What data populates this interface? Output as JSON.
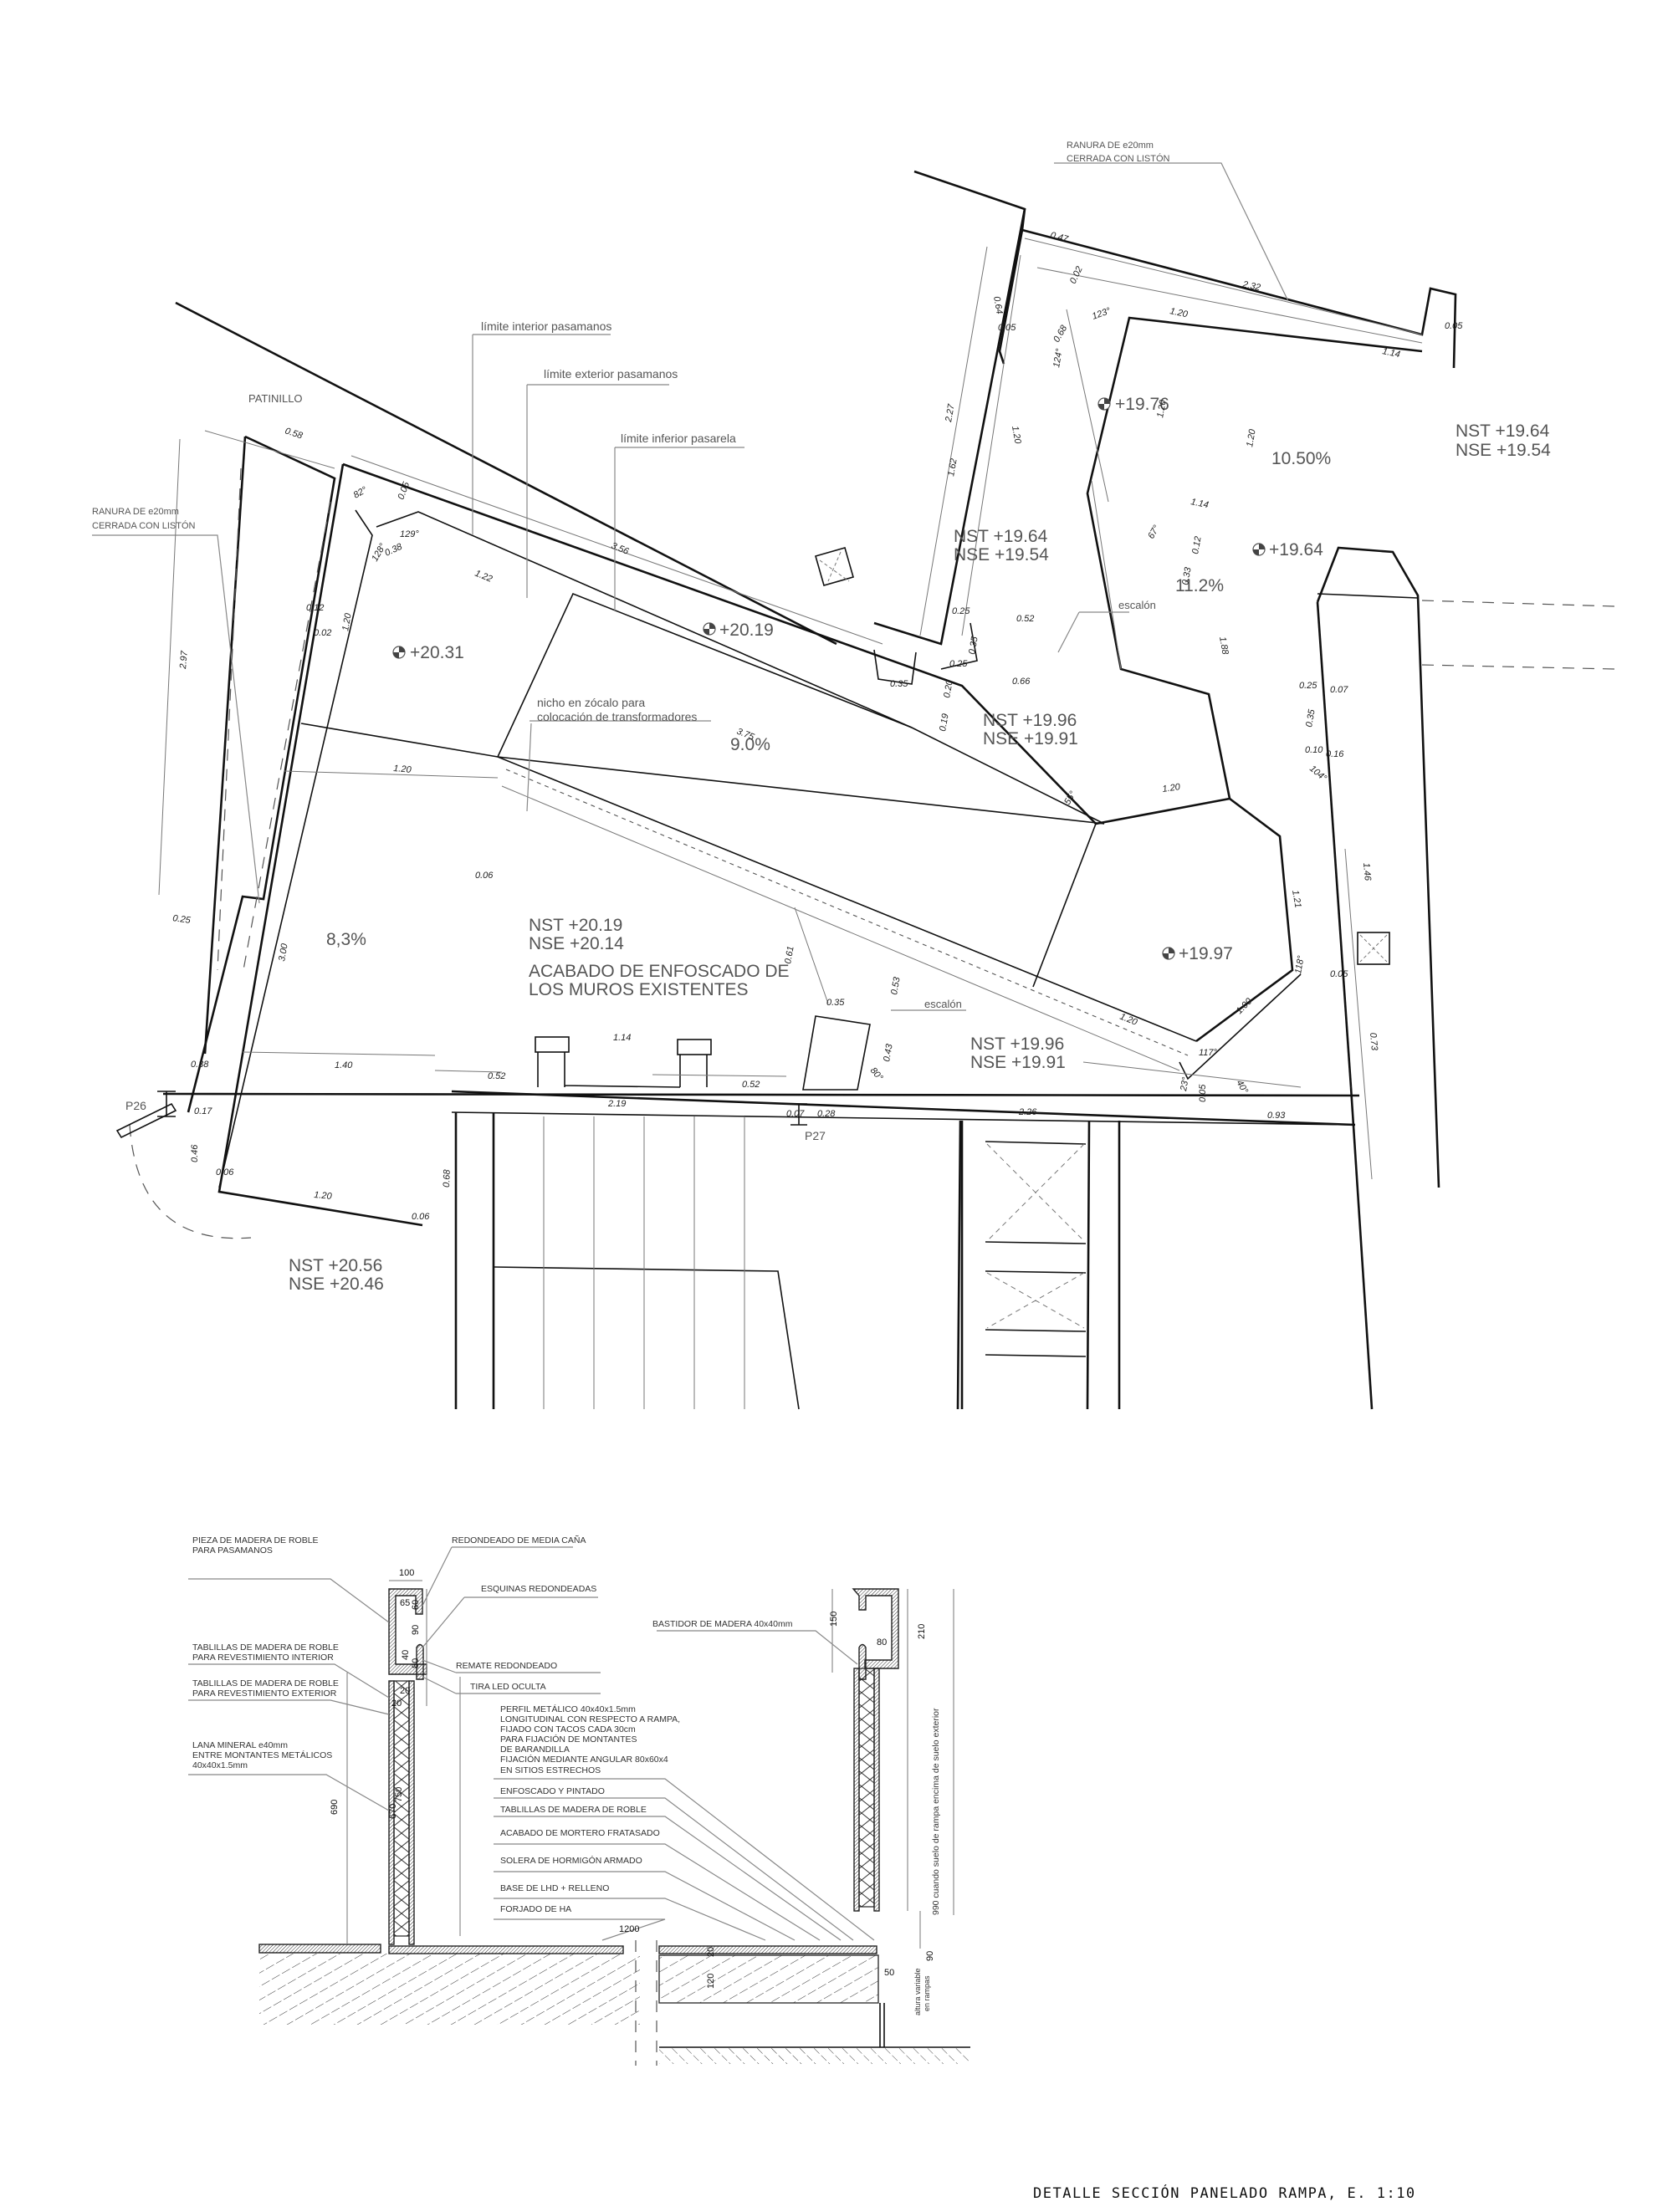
{
  "plan": {
    "annotations": {
      "patinillo": "PATINILLO",
      "ranura_left_1": "RANURA DE e20mm",
      "ranura_left_2": "CERRADA CON LISTÓN",
      "ranura_top_1": "RANURA DE e20mm",
      "ranura_top_2": "CERRADA CON LISTÓN",
      "limite_interior": "límite interior pasamanos",
      "limite_exterior": "límite exterior pasamanos",
      "limite_inferior": "límite inferior pasarela",
      "nicho_1": "nicho en zócalo para",
      "nicho_2": "colocación de transformadores",
      "acabado_1": "ACABADO DE ENFOSCADO DE",
      "acabado_2": "LOS MUROS EXISTENTES",
      "escalon_1": "escalón",
      "escalon_2": "escalón",
      "p26": "P26",
      "p27": "P27"
    },
    "slopes": {
      "s1": "8,3%",
      "s2": "9.0%",
      "s3": "11.2%",
      "s4": "10.50%"
    },
    "spot_levels": {
      "l1": "+20.31",
      "l2": "+20.19",
      "l3": "+19.76",
      "l4": "+19.64",
      "l5": "+19.97"
    },
    "levels": [
      {
        "nst": "NST  +19.64",
        "nse": "NSE  +19.54"
      },
      {
        "nst": "NST  +19.64",
        "nse": "NSE  +19.54"
      },
      {
        "nst": "NST  +19.96",
        "nse": "NSE  +19.91"
      },
      {
        "nst": "NST  +20.19",
        "nse": "NSE  +20.14"
      },
      {
        "nst": "NST  +19.96",
        "nse": "NSE  +19.91"
      },
      {
        "nst": "NST  +20.56",
        "nse": "NSE  +20.46"
      }
    ],
    "dimensions": {
      "d0_58": "0.58",
      "d2_97": "2.97",
      "d0_25a": "0.25",
      "d82": "82°",
      "d0_05a": "0.05",
      "d129": "129°",
      "d128": "128°",
      "d0_38a": "0.38",
      "d1_22": "1.22",
      "d3_56": "3.56",
      "d0_12a": "0.12",
      "d0_02a": "0.02",
      "d1_20a": "1.20",
      "d1_20b": "1.20",
      "d0_06a": "0.06",
      "d3_00": "3.00",
      "d0_38b": "0.38",
      "d0_17": "0.17",
      "d1_40": "1.40",
      "d0_46": "0.46",
      "d0_06b": "0.06",
      "d1_20c": "1.20",
      "d0_06c": "0.06",
      "d0_68a": "0.68",
      "d0_52a": "0.52",
      "d1_14a": "1.14",
      "d0_52b": "0.52",
      "d2_19": "2.19",
      "d0_07a": "0.07",
      "d0_28": "0.28",
      "d2_26": "2.26",
      "d0_93": "0.93",
      "d3_75": "3.75",
      "d0_61": "0.61",
      "d0_35a": "0.35",
      "d0_53": "0.53",
      "d0_43": "0.43",
      "d80": "80°",
      "d0_47": "0.47",
      "d0_02b": "0.02",
      "d2_32": "2.32",
      "d0_05b": "0.05",
      "d0_64": "0.64",
      "d0_05c": "0.05",
      "d0_68b": "0.68",
      "d123": "123°",
      "d124": "124°",
      "d1_20d": "1.20",
      "d1_14b": "1.14",
      "d2_27": "2.27",
      "d1_62": "1.62",
      "d1_20e": "1.20",
      "d1_20f": "1.20",
      "d1_20g": "1.20",
      "d1_14c": "1.14",
      "d67": "67°",
      "d0_12b": "0.12",
      "d0_33": "0.33",
      "d0_25b": "0.25",
      "d0_52c": "0.52",
      "d0_35b": "0.35",
      "d0_25c": "0.25",
      "d0_66": "0.66",
      "d0_35c": "0.35",
      "d0_20": "0.20",
      "d0_19": "0.19",
      "d1_88": "1.88",
      "d55": "55°",
      "d1_20h": "1.20",
      "d0_25d": "0.25",
      "d0_07b": "0.07",
      "d0_35d": "0.35",
      "d0_10": "0.10",
      "d0_16": "0.16",
      "d104": "104°",
      "d1_46": "1.46",
      "d1_21": "1.21",
      "d118": "118°",
      "d0_05d": "0.05",
      "d1_00": "1.00",
      "d1_20i": "1.20",
      "d117": "117°",
      "d23": "23°",
      "d0_05e": "0.05",
      "d40": "40°",
      "d0_73": "0.73"
    }
  },
  "section": {
    "labels": {
      "pieza_1": "PIEZA DE MADERA DE ROBLE",
      "pieza_2": "PARA PASAMANOS",
      "redondeado": "REDONDEADO DE MEDIA CAÑA",
      "esquinas": "ESQUINAS REDONDEADAS",
      "tab_int_1": "TABLILLAS DE MADERA DE ROBLE",
      "tab_int_2": "PARA REVESTIMIENTO INTERIOR",
      "remate": "REMATE REDONDEADO",
      "tab_ext_1": "TABLILLAS DE MADERA DE ROBLE",
      "tab_ext_2": "PARA REVESTIMIENTO EXTERIOR",
      "tira": "TIRA LED OCULTA",
      "lana_1": "LANA MINERAL e40mm",
      "lana_2": "ENTRE MONTANTES METÁLICOS",
      "lana_3": "40x40x1.5mm",
      "perfil_1": "PERFIL METÁLICO 40x40x1.5mm",
      "perfil_2": "LONGITUDINAL CON RESPECTO A RAMPA,",
      "perfil_3": "FIJADO CON TACOS CADA 30cm",
      "perfil_4": "PARA FIJACIÓN DE MONTANTES",
      "perfil_5": "DE BARANDILLA",
      "perfil_6": "FIJACIÓN MEDIANTE ANGULAR 80x60x4",
      "perfil_7": "EN SITIOS ESTRECHOS",
      "enfoscado": "ENFOSCADO Y PINTADO",
      "tablillas": "TABLILLAS DE MADERA DE ROBLE",
      "acabado": "ACABADO DE MORTERO FRATASADO",
      "solera": "SOLERA DE HORMIGÓN ARMADO",
      "base": "BASE DE LHD + RELLENO",
      "forjado": "FORJADO DE HA",
      "bastidor": "BASTIDOR DE MADERA 40x40mm",
      "vertical_990": "990 cuando suelo de rampa encima de suelo exterior",
      "altura_1": "altura variable",
      "altura_2": "en rampas"
    },
    "dimensions": {
      "s100": "100",
      "s65": "65",
      "s60": "60",
      "s90a": "90",
      "s40": "40",
      "s80a": "80",
      "s20a": "20",
      "s20b": "20",
      "s690": "690",
      "s670": "670",
      "s750": "750",
      "s1200": "1200",
      "s20c": "20",
      "s120": "120",
      "s150": "150",
      "s80b": "80",
      "s210": "210",
      "s90b": "90",
      "s50": "50"
    },
    "title": "DETALLE SECCIÓN PANELADO RAMPA, E. 1:10"
  }
}
